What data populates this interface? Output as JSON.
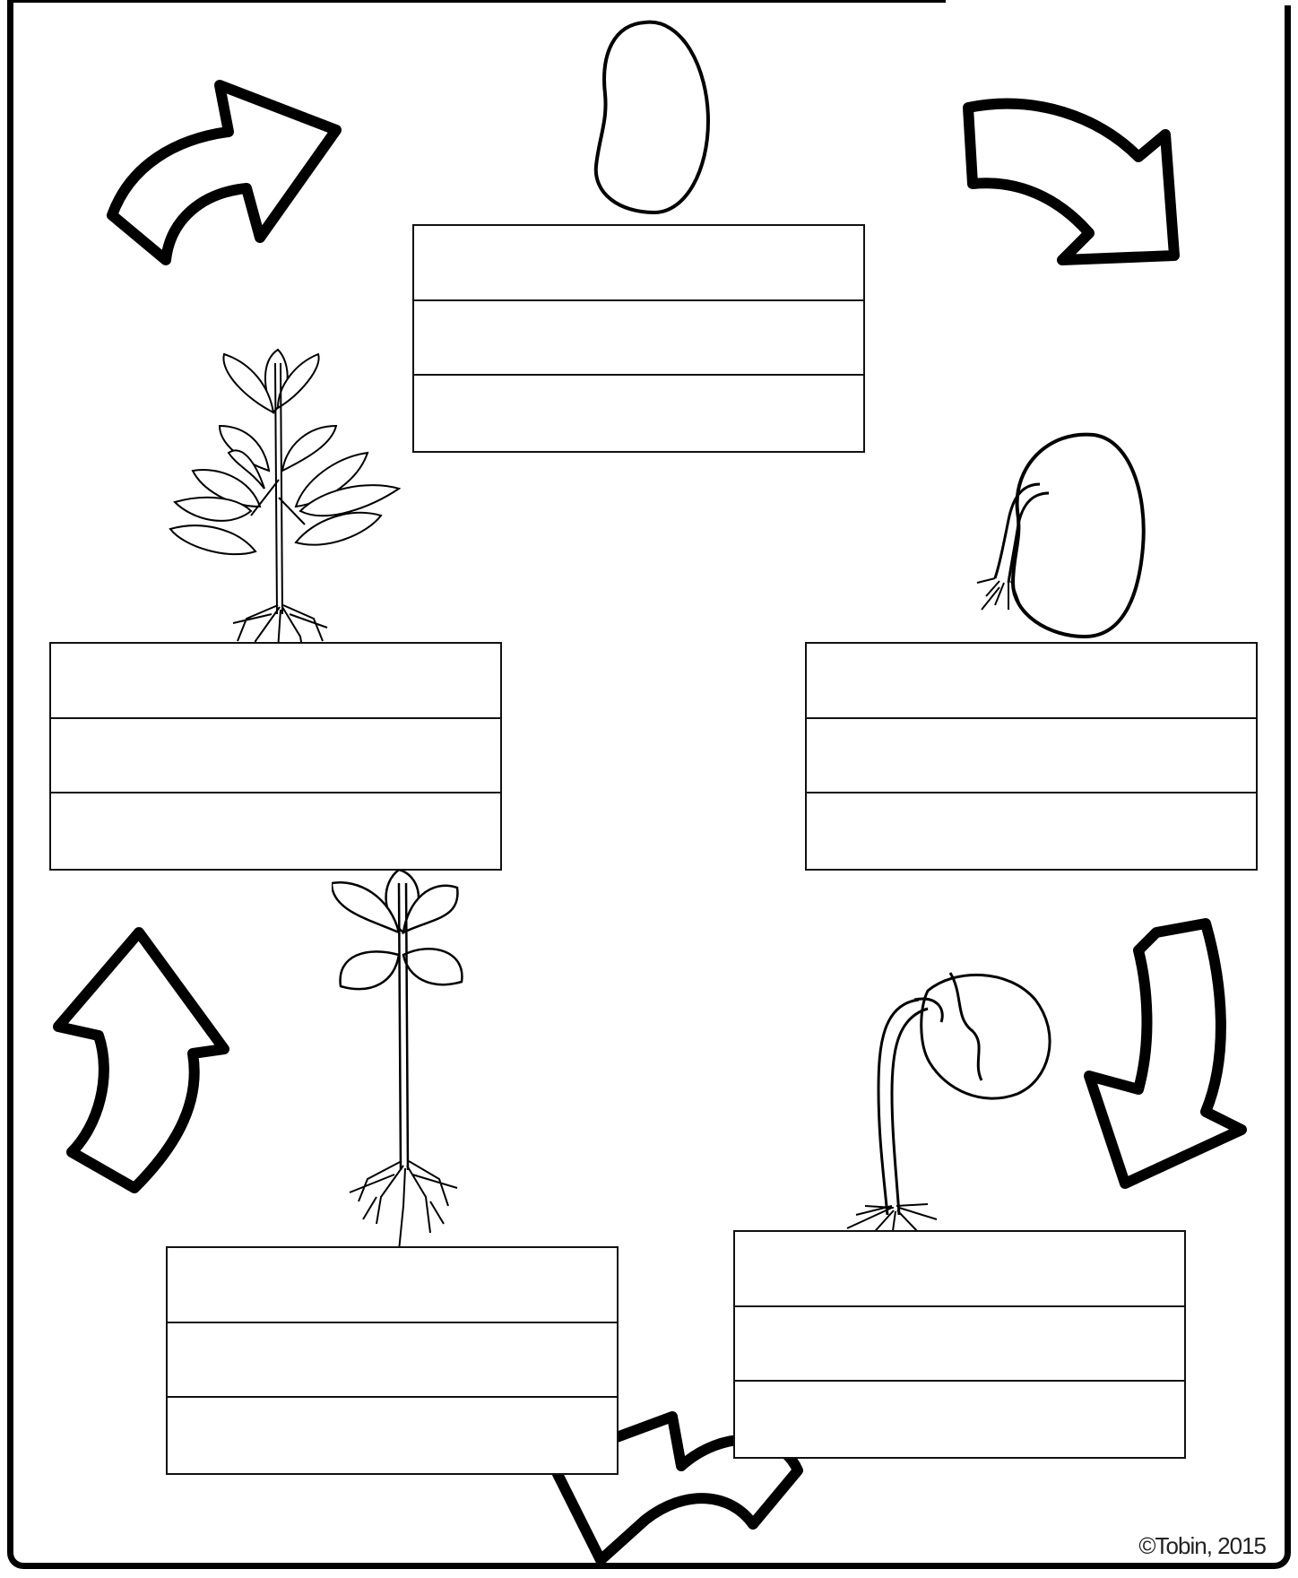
{
  "worksheet": {
    "copyright": "©Tobin, 2015",
    "stages": [
      {
        "id": "seed",
        "icon": "seed-icon"
      },
      {
        "id": "germinating-seed",
        "icon": "germinating-seed-icon"
      },
      {
        "id": "sprout",
        "icon": "sprout-icon"
      },
      {
        "id": "seedling",
        "icon": "seedling-icon"
      },
      {
        "id": "adult-plant",
        "icon": "adult-plant-icon"
      }
    ],
    "arrows": [
      "curved-arrow-icon",
      "curved-arrow-icon",
      "curved-arrow-icon",
      "curved-arrow-icon",
      "curved-arrow-icon"
    ]
  }
}
